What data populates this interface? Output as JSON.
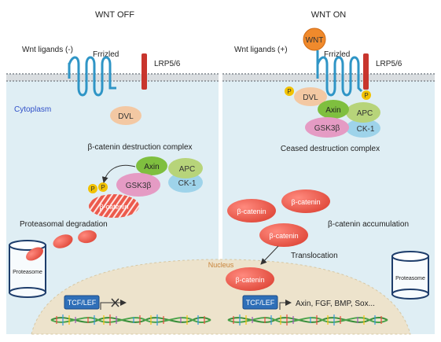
{
  "panels": {
    "left": {
      "title": "WNT OFF",
      "ligand_label": "Wnt ligands (-)",
      "frizzled_label": "Frrizled",
      "lrp_label": "LRP5/6",
      "cytoplasm_label": "Cytoplasm",
      "dvl_label": "DVL",
      "complex_label": "β-catenin destruction complex",
      "axin_label": "Axin",
      "apc_label": "APC",
      "gsk_label": "GSK3β",
      "ck1_label": "CK-1",
      "p_label": "P",
      "bcat_label": "β-catenin",
      "degradation_label": "Proteasomal degradation",
      "proteasome_label": "Proteasome",
      "tcf_label": "TCF/LEF"
    },
    "right": {
      "title": "WNT ON",
      "wnt_label": "WNT",
      "ligand_label": "Wnt ligands (+)",
      "frizzled_label": "Frrizled",
      "lrp_label": "LRP5/6",
      "dvl_label": "DVL",
      "axin_label": "Axin",
      "apc_label": "APC",
      "gsk_label": "GSK3β",
      "ck1_label": "CK-1",
      "p_label": "P",
      "ceased_label": "Ceased destruction complex",
      "bcat_label": "β-catenin",
      "accumulation_label": "β-catenin accumulation",
      "translocation_label": "Translocation",
      "nucleus_label": "Nucleus",
      "proteasome_label": "Proteasome",
      "tcf_label": "TCF/LEF",
      "genes_label": "Axin, FGF, BMP, Sox..."
    }
  },
  "colors": {
    "cytoplasm": "#dfeef4",
    "nucleus": "#ede3cc",
    "membrane": "#9aa1a6",
    "frizzled": "#2f95c6",
    "lrp": "#c8352d",
    "dvl": "#f3c8a3",
    "axin": "#7fbf3f",
    "apc": "#b7d47a",
    "gsk": "#e59bc4",
    "ck1": "#9ed3ea",
    "p": "#f2c200",
    "bcat": "#ec5a4c",
    "wnt": "#f08a2c",
    "tcf": "#2f6fb8",
    "cytoplasm_label": "#3050c8",
    "nucleus_label": "#c8843a"
  }
}
